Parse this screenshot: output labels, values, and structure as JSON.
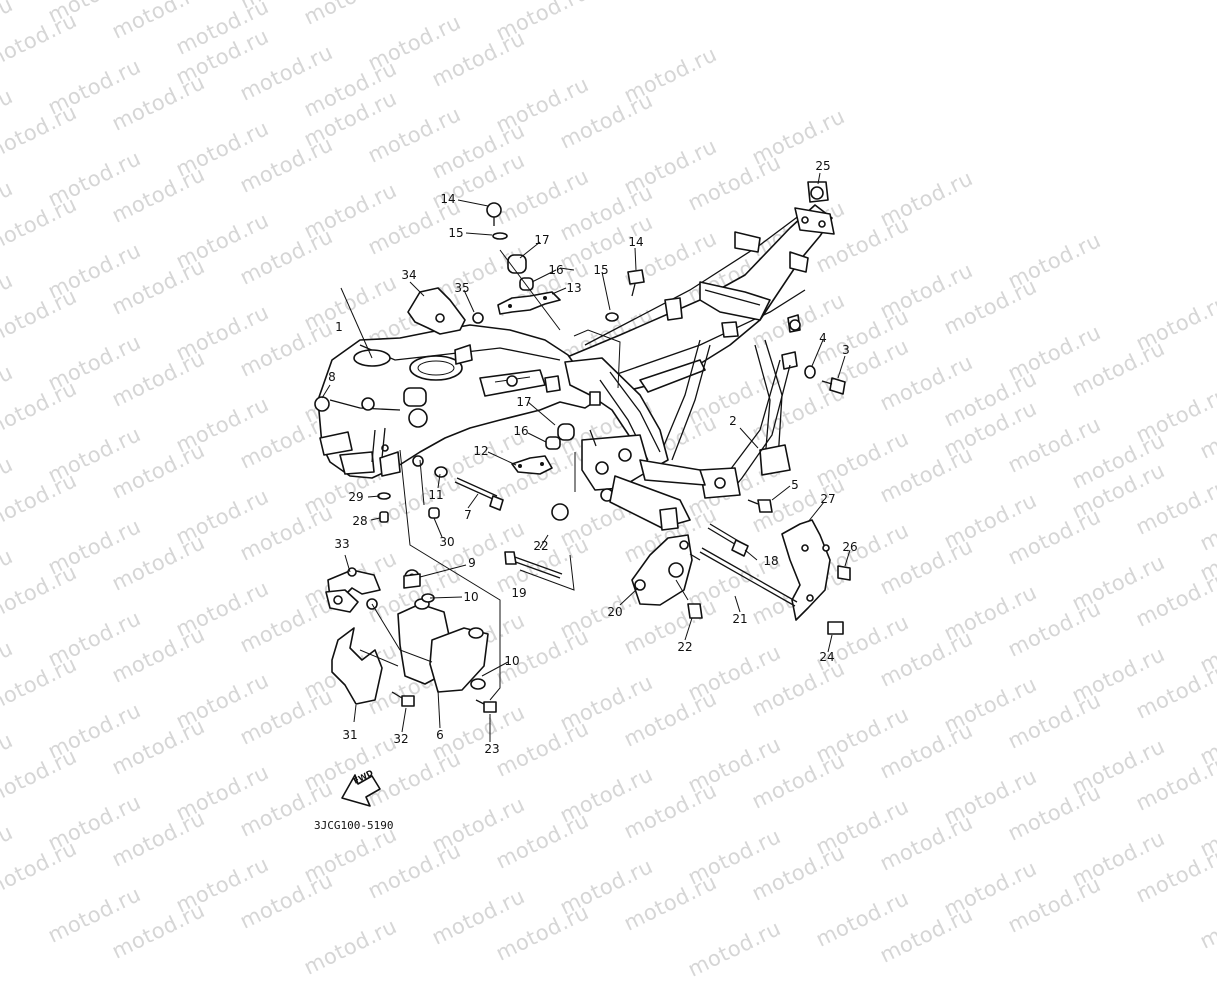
{
  "watermark": "motod.ru",
  "reference_code": "3JCG100-5190",
  "fwd_label": "FWD",
  "callouts": [
    {
      "id": "c1",
      "text": "1"
    },
    {
      "id": "c2",
      "text": "2"
    },
    {
      "id": "c3",
      "text": "3"
    },
    {
      "id": "c4",
      "text": "4"
    },
    {
      "id": "c5",
      "text": "5"
    },
    {
      "id": "c6",
      "text": "6"
    },
    {
      "id": "c7",
      "text": "7"
    },
    {
      "id": "c8",
      "text": "8"
    },
    {
      "id": "c9",
      "text": "9"
    },
    {
      "id": "c10a",
      "text": "10"
    },
    {
      "id": "c10b",
      "text": "10"
    },
    {
      "id": "c11",
      "text": "11"
    },
    {
      "id": "c12",
      "text": "12"
    },
    {
      "id": "c13",
      "text": "13"
    },
    {
      "id": "c14a",
      "text": "14"
    },
    {
      "id": "c14b",
      "text": "14"
    },
    {
      "id": "c15a",
      "text": "15"
    },
    {
      "id": "c15b",
      "text": "15"
    },
    {
      "id": "c16a",
      "text": "16"
    },
    {
      "id": "c16b",
      "text": "16"
    },
    {
      "id": "c17a",
      "text": "17"
    },
    {
      "id": "c17b",
      "text": "17"
    },
    {
      "id": "c18",
      "text": "18"
    },
    {
      "id": "c19",
      "text": "19"
    },
    {
      "id": "c20",
      "text": "20"
    },
    {
      "id": "c21",
      "text": "21"
    },
    {
      "id": "c22a",
      "text": "22"
    },
    {
      "id": "c22b",
      "text": "22"
    },
    {
      "id": "c23",
      "text": "23"
    },
    {
      "id": "c24",
      "text": "24"
    },
    {
      "id": "c25",
      "text": "25"
    },
    {
      "id": "c26",
      "text": "26"
    },
    {
      "id": "c27",
      "text": "27"
    },
    {
      "id": "c28",
      "text": "28"
    },
    {
      "id": "c29",
      "text": "29"
    },
    {
      "id": "c30",
      "text": "30"
    },
    {
      "id": "c31",
      "text": "31"
    },
    {
      "id": "c32",
      "text": "32"
    },
    {
      "id": "c33",
      "text": "33"
    },
    {
      "id": "c34",
      "text": "34"
    },
    {
      "id": "c35",
      "text": "35"
    }
  ]
}
